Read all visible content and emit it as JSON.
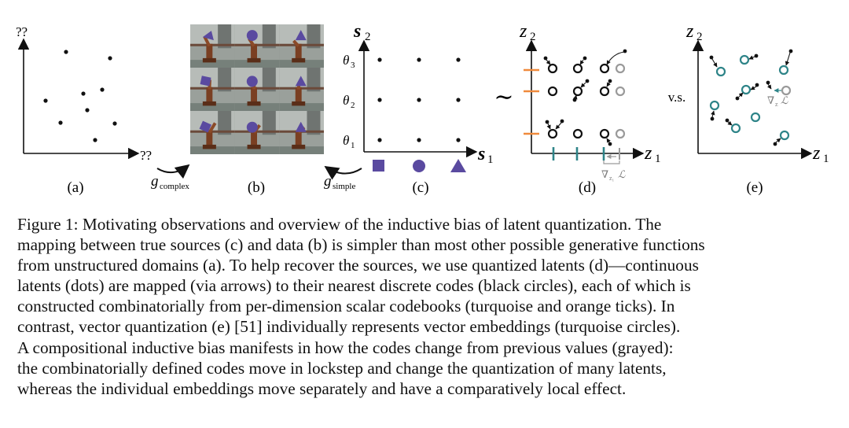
{
  "figure": {
    "panel_labels": [
      "(a)",
      "(b)",
      "(c)",
      "(d)",
      "(e)"
    ],
    "panel_a": {
      "y_label": "??",
      "x_label": "??"
    },
    "g_complex": {
      "symbol": "g",
      "subscript": "complex"
    },
    "g_simple": {
      "symbol": "g",
      "subscript": "simple"
    },
    "panel_c": {
      "y_axis": {
        "symbol": "s",
        "subscript": "2"
      },
      "x_axis": {
        "symbol": "s",
        "subscript": "1"
      },
      "theta_labels": [
        {
          "symbol": "θ",
          "subscript": "3"
        },
        {
          "symbol": "θ",
          "subscript": "2"
        },
        {
          "symbol": "θ",
          "subscript": "1"
        }
      ],
      "shape_icons": [
        "square-icon",
        "circle-icon",
        "triangle-icon"
      ]
    },
    "tilde": "∼",
    "panel_d": {
      "y_axis": {
        "symbol": "z",
        "subscript": "2"
      },
      "x_axis": {
        "symbol": "z",
        "subscript": "1"
      },
      "gradient": {
        "symbol": "∇",
        "subscript": "z₁",
        "loss": "ℒ"
      }
    },
    "vs_label": "v.s.",
    "panel_e": {
      "y_axis": {
        "symbol": "z",
        "subscript": "2"
      },
      "x_axis": {
        "symbol": "z",
        "subscript": "1"
      },
      "gradient": {
        "symbol": "∇",
        "subscript": "z",
        "loss": "ℒ"
      }
    },
    "colors": {
      "turquoise": "#2e8488",
      "orange": "#f08a3c",
      "shape_purple": "#5a4aa0",
      "gray": "#9a9a9a"
    }
  },
  "caption": {
    "lines": [
      "Figure 1:  Motivating observations and overview of the inductive bias of latent quantization. The",
      "mapping between true sources (c) and data (b) is simpler than most other possible generative functions",
      "from unstructured domains (a). To help recover the sources, we use quantized latents (d)—continuous",
      "latents (dots) are mapped (via arrows) to their nearest discrete codes (black circles), each of which is",
      "constructed combinatorially from per-dimension scalar codebooks (turquoise and orange ticks). In",
      "contrast, vector quantization (e) [51] individually represents vector embeddings (turquoise circles).",
      "A compositional inductive bias manifests in how the codes change from previous values (grayed):",
      "the combinatorially defined codes move in lockstep and change the quantization of many latents,",
      "whereas the individual embeddings move separately and have a comparatively local effect."
    ]
  }
}
